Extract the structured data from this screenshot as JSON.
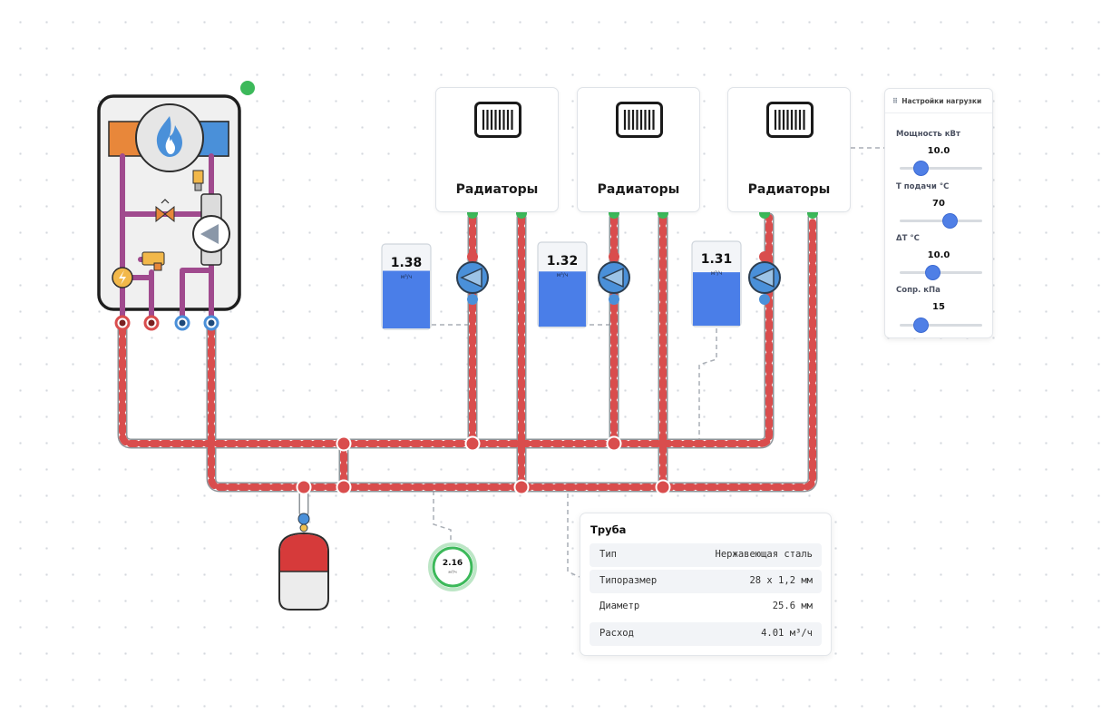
{
  "radiators": [
    {
      "label": "Радиаторы"
    },
    {
      "label": "Радиаторы"
    },
    {
      "label": "Радиаторы"
    }
  ],
  "tanks": [
    {
      "value": "1.38",
      "unit": "м³/ч",
      "fill": 0.69
    },
    {
      "value": "1.32",
      "unit": "м³/ч",
      "fill": 0.66
    },
    {
      "value": "1.31",
      "unit": "м³/ч",
      "fill": 0.64
    }
  ],
  "flow_meter": {
    "value": "2.16",
    "unit": "м³/ч"
  },
  "settings": {
    "title": "Настройки нагрузки",
    "power": {
      "label": "Мощность кВт",
      "value": "10.0",
      "fraction": 0.25
    },
    "supply_temp": {
      "label": "Т подачи °С",
      "value": "70",
      "fraction": 0.6
    },
    "delta_t": {
      "label": "ΔТ °С",
      "value": "10.0",
      "fraction": 0.4
    },
    "resistance": {
      "label": "Сопр. кПа",
      "value": "15",
      "fraction": 0.25
    }
  },
  "pipe": {
    "title": "Труба",
    "rows": [
      {
        "key": "Тип",
        "value": "Нержавеющая сталь"
      },
      {
        "key": "Типоразмер",
        "value": "28 x 1,2 мм"
      },
      {
        "key": "Диаметр",
        "value": "25.6 мм"
      },
      {
        "key": "Расход",
        "value": "4.01 м³/ч"
      }
    ]
  },
  "colors": {
    "supply": "#d94d4d",
    "return": "#4a90d9",
    "boiler_pipe": "#a04a8e",
    "status_ok": "#3cb95a",
    "accent": "#4f7fe6"
  }
}
